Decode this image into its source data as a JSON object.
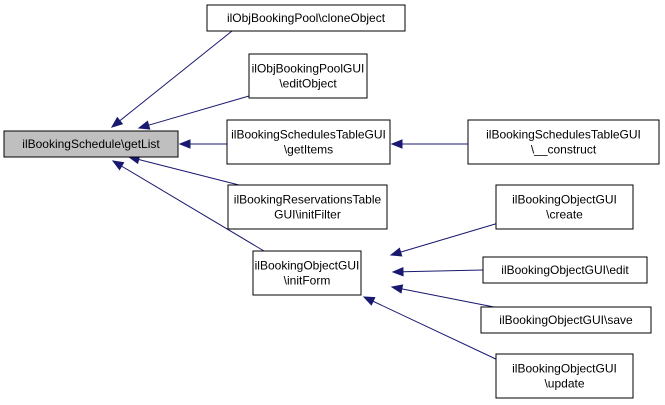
{
  "diagram": {
    "colors": {
      "edge": "#191970",
      "node_border": "#000000",
      "node_fill": "#ffffff",
      "root_fill": "#bfbfbf"
    },
    "nodes": [
      {
        "id": "root",
        "lines": [
          "ilBookingSchedule\\getList"
        ]
      },
      {
        "id": "pool-clone",
        "lines": [
          "ilObjBookingPool\\cloneObject"
        ]
      },
      {
        "id": "pool-gui-edit",
        "lines": [
          "ilObjBookingPoolGUI",
          "\\editObject"
        ]
      },
      {
        "id": "schedules-get-items",
        "lines": [
          "ilBookingSchedulesTableGUI",
          "\\getItems"
        ]
      },
      {
        "id": "reservations-init-filter",
        "lines": [
          "ilBookingReservationsTable",
          "GUI\\initFilter"
        ]
      },
      {
        "id": "object-init-form",
        "lines": [
          "ilBookingObjectGUI",
          "\\initForm"
        ]
      },
      {
        "id": "schedules-construct",
        "lines": [
          "ilBookingSchedulesTableGUI",
          "\\__construct"
        ]
      },
      {
        "id": "object-create",
        "lines": [
          "ilBookingObjectGUI",
          "\\create"
        ]
      },
      {
        "id": "object-edit",
        "lines": [
          "ilBookingObjectGUI\\edit"
        ]
      },
      {
        "id": "object-save",
        "lines": [
          "ilBookingObjectGUI\\save"
        ]
      },
      {
        "id": "object-update",
        "lines": [
          "ilBookingObjectGUI",
          "\\update"
        ]
      }
    ],
    "edges": [
      {
        "from": "pool-clone",
        "to": "root"
      },
      {
        "from": "pool-gui-edit",
        "to": "root"
      },
      {
        "from": "schedules-get-items",
        "to": "root"
      },
      {
        "from": "reservations-init-filter",
        "to": "root"
      },
      {
        "from": "object-init-form",
        "to": "root"
      },
      {
        "from": "schedules-construct",
        "to": "schedules-get-items"
      },
      {
        "from": "object-create",
        "to": "object-init-form"
      },
      {
        "from": "object-edit",
        "to": "object-init-form"
      },
      {
        "from": "object-save",
        "to": "object-init-form"
      },
      {
        "from": "object-update",
        "to": "object-init-form"
      }
    ]
  }
}
